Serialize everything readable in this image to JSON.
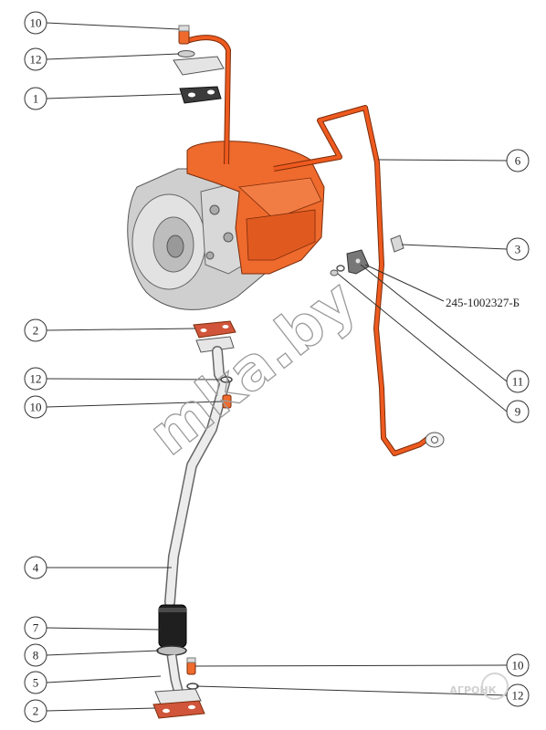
{
  "colors": {
    "pipe": "#ee5a1f",
    "turbo_orange": "#ef6a2d",
    "housing_grey": "#c9c9c9",
    "outline": "#444444",
    "gasket": "#d0553a"
  },
  "callouts": [
    {
      "id": "c10-top",
      "label": "10"
    },
    {
      "id": "c12-top",
      "label": "12"
    },
    {
      "id": "c1",
      "label": "1"
    },
    {
      "id": "c6",
      "label": "6"
    },
    {
      "id": "c3",
      "label": "3"
    },
    {
      "id": "c2-mid",
      "label": "2"
    },
    {
      "id": "c11",
      "label": "11"
    },
    {
      "id": "c12-mid",
      "label": "12"
    },
    {
      "id": "c9",
      "label": "9"
    },
    {
      "id": "c10-mid",
      "label": "10"
    },
    {
      "id": "c4",
      "label": "4"
    },
    {
      "id": "c7",
      "label": "7"
    },
    {
      "id": "c8",
      "label": "8"
    },
    {
      "id": "c5",
      "label": "5"
    },
    {
      "id": "c10-bot",
      "label": "10"
    },
    {
      "id": "c2-bot",
      "label": "2"
    },
    {
      "id": "c12-bot",
      "label": "12"
    }
  ],
  "part_number": "245-1002327-Б",
  "watermark": "mka.by",
  "logo": "АГРОНК"
}
